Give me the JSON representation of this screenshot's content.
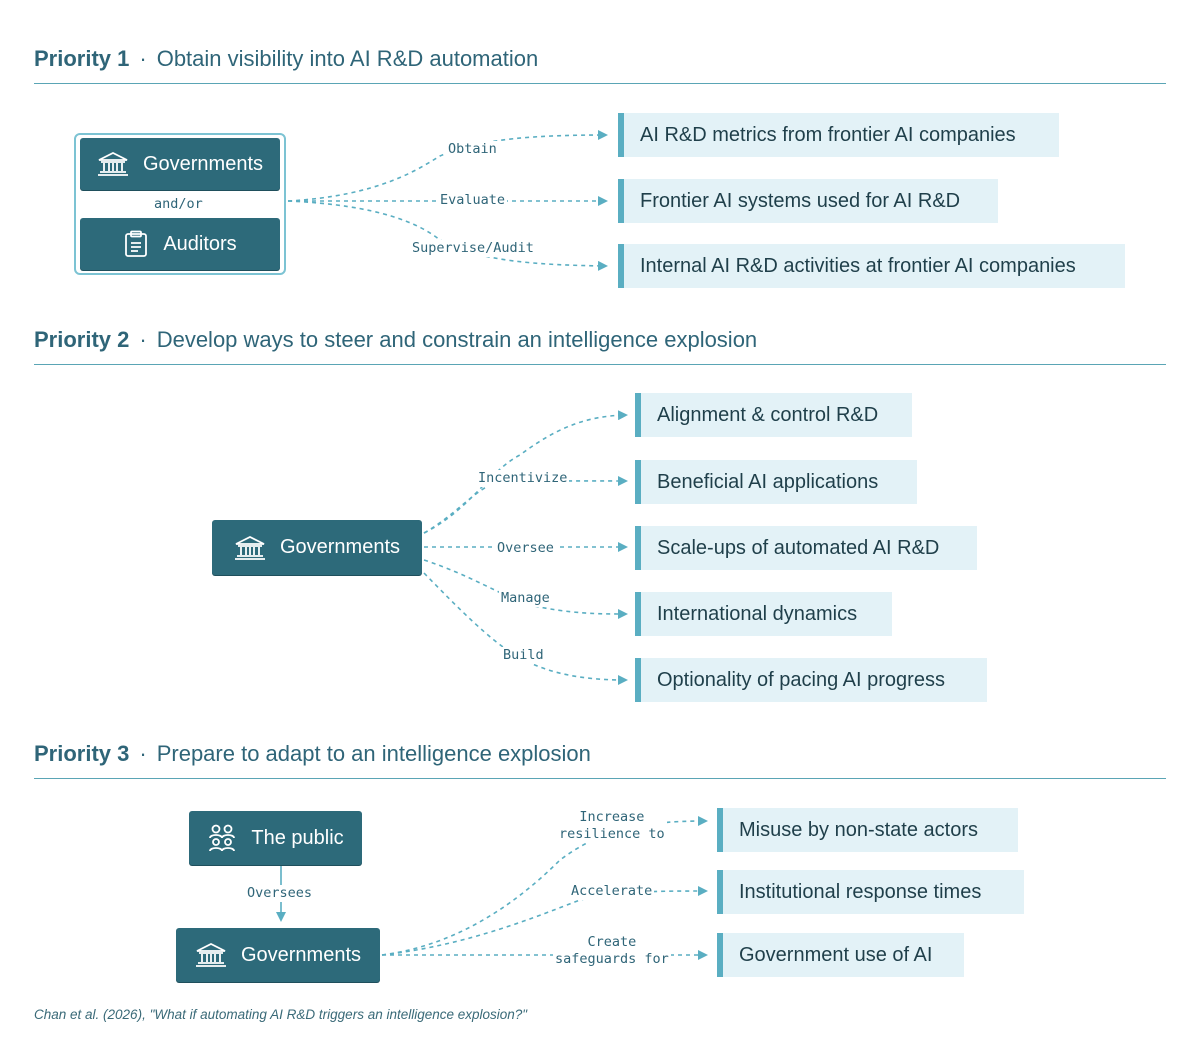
{
  "priorities": [
    {
      "number": "Priority 1",
      "title": "Obtain visibility into AI R&D automation",
      "actors": [
        "Governments",
        "Auditors"
      ],
      "connector": "and/or",
      "verbs": [
        "Obtain",
        "Evaluate",
        "Supervise/Audit"
      ],
      "targets": [
        "AI R&D metrics from frontier AI companies",
        "Frontier AI systems used for AI R&D",
        "Internal AI R&D activities at frontier AI companies"
      ]
    },
    {
      "number": "Priority 2",
      "title": "Develop ways to steer and constrain an intelligence explosion",
      "actor": "Governments",
      "verbs": [
        "Incentivize",
        "Oversee",
        "Manage",
        "Build"
      ],
      "targets": [
        "Alignment & control R&D",
        "Beneficial AI applications",
        "Scale-ups of automated AI R&D",
        "International dynamics",
        "Optionality of pacing AI progress"
      ]
    },
    {
      "number": "Priority 3",
      "title": "Prepare to adapt to an intelligence explosion",
      "overseer": "The public",
      "oversight_label": "Oversees",
      "actor": "Governments",
      "verbs": [
        "Increase\nresilience to",
        "Accelerate",
        "Create\nsafeguards for"
      ],
      "targets": [
        "Misuse by non-state actors",
        "Institutional response times",
        "Government use of AI"
      ]
    }
  ],
  "separator": "·",
  "citation": "Chan et al. (2026), \"What if automating AI R&D triggers an intelligence explosion?\"",
  "colors": {
    "actor": "#2d6a7a",
    "target_bg": "#e3f2f7",
    "target_bar": "#5aaec2",
    "line": "#5aaec2",
    "heading": "#2f6578"
  },
  "icons": [
    "government-building-icon",
    "clipboard-icon",
    "people-icon"
  ]
}
